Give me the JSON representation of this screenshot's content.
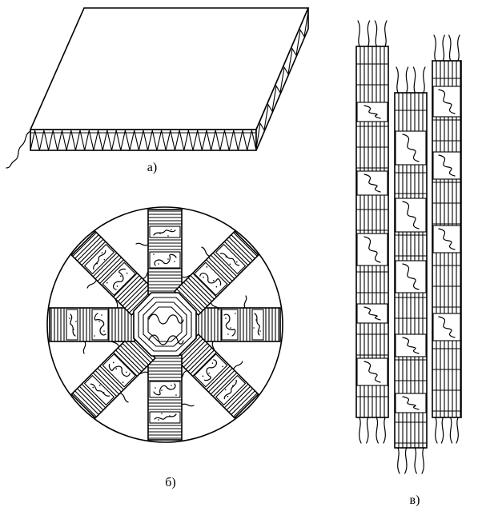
{
  "captions": {
    "a": "а)",
    "b": "б)",
    "c": "в)"
  },
  "colors": {
    "ink": "#000000",
    "paper": "#ffffff"
  }
}
